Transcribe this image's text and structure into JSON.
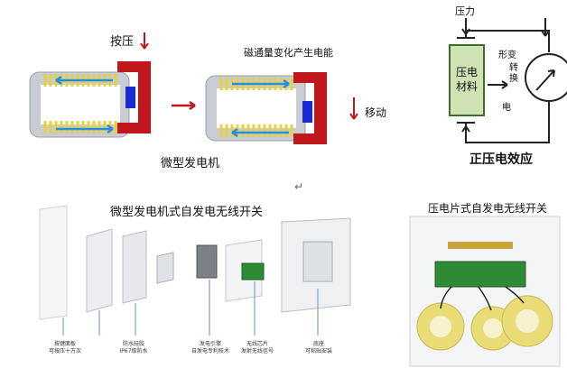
{
  "top_left": {
    "press_label": "按压",
    "flux_label": "磁通量变化产生电能",
    "move_label": "移动",
    "caption": "微型发电机"
  },
  "top_right": {
    "pressure_label": "压力",
    "material_label": "压电材料",
    "deform_label": "形变",
    "convert_label": "转换",
    "elec_label": "电",
    "caption": "正压电效应"
  },
  "return_glyph": "↵",
  "bottom_left": {
    "title": "微型发电机式自发电无线开关",
    "parts": [
      {
        "line1": "按键面板",
        "line2": "可按压十万次"
      },
      {
        "line1": "防水硅胶",
        "line2": "IP67级防水"
      },
      {
        "line1": "发电引擎",
        "line2": "自发电专利技术"
      },
      {
        "line1": "无线芯片",
        "line2": "发射无线信号"
      },
      {
        "line1": "底座",
        "line2": "可粘贴安装"
      }
    ]
  },
  "bottom_right": {
    "title": "压电片式自发电无线开关"
  },
  "colors": {
    "coil": "#e8d23a",
    "magnet_red": "#c0171c",
    "magnet_blue": "#1a2bd6",
    "arrow_red": "#c0171c",
    "arrow_blue": "#2a8fd8",
    "core_gray": "#c9ccd2",
    "piezo_green": "#cfe2b3"
  }
}
